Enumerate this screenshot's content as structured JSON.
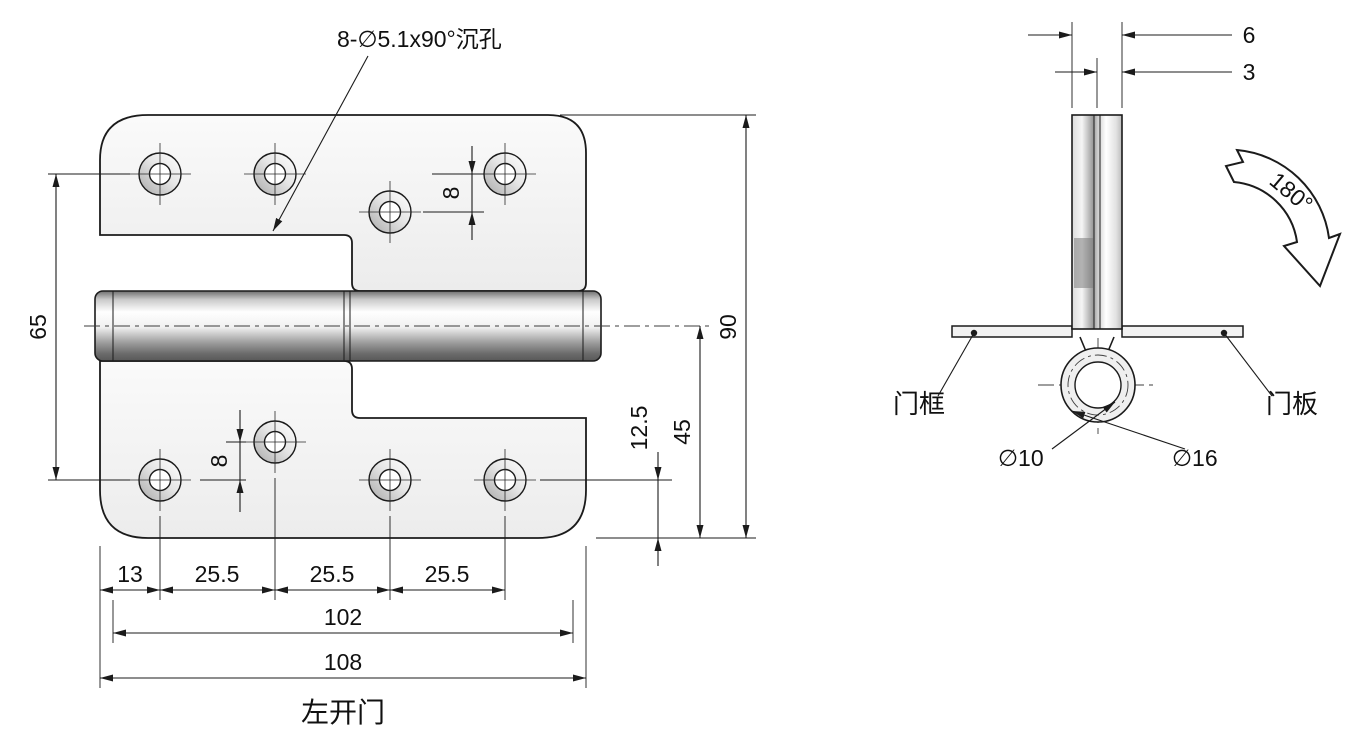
{
  "front": {
    "callout": "8-∅5.1x90°沉孔",
    "caption": "左开门",
    "dim_65": "65",
    "dim_90": "90",
    "dim_8_top": "8",
    "dim_8_bottom": "8",
    "dim_12_5": "12.5",
    "dim_45": "45",
    "dim_13": "13",
    "dim_25a": "25.5",
    "dim_25b": "25.5",
    "dim_25c": "25.5",
    "dim_102": "102",
    "dim_108": "108"
  },
  "side": {
    "dim_6": "6",
    "dim_3": "3",
    "rotation_label": "180°",
    "label_door_frame": "门框",
    "label_door_panel": "门板",
    "dia_inner": "∅10",
    "dia_outer": "∅16"
  },
  "colors": {
    "line": "#1b1b1b",
    "plate_fill": "#f4f4f4",
    "metal_dark": "#6f6f6f",
    "metal_light": "#ffffff"
  }
}
